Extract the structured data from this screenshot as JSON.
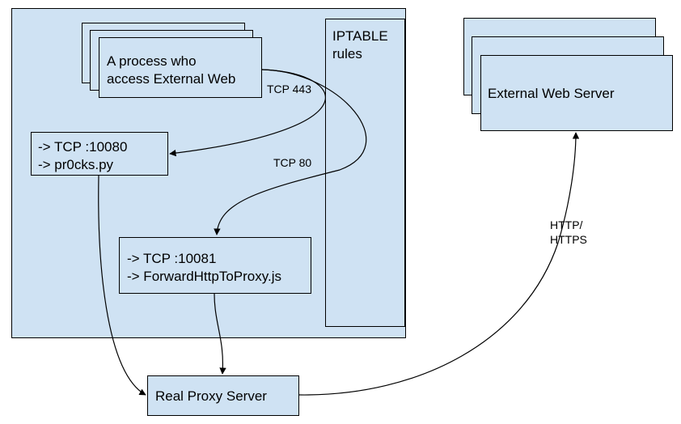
{
  "iptable": {
    "line1": "IPTABLE",
    "line2": "rules"
  },
  "process": {
    "line1": "A process who",
    "line2": "access External Web"
  },
  "tcp10080": {
    "line1": "-> TCP :10080",
    "line2": "-> pr0cks.py"
  },
  "tcp10081": {
    "line1": "-> TCP :10081",
    "line2": "-> ForwardHttpToProxy.js"
  },
  "proxy": {
    "label": "Real Proxy Server"
  },
  "external": {
    "label": "External Web Server"
  },
  "edges": {
    "tcp443": "TCP 443",
    "tcp80": "TCP 80",
    "http_line1": "HTTP/",
    "http_line2": "HTTPS"
  },
  "colors": {
    "box_fill": "#cfe2f3",
    "stroke": "#000000"
  }
}
